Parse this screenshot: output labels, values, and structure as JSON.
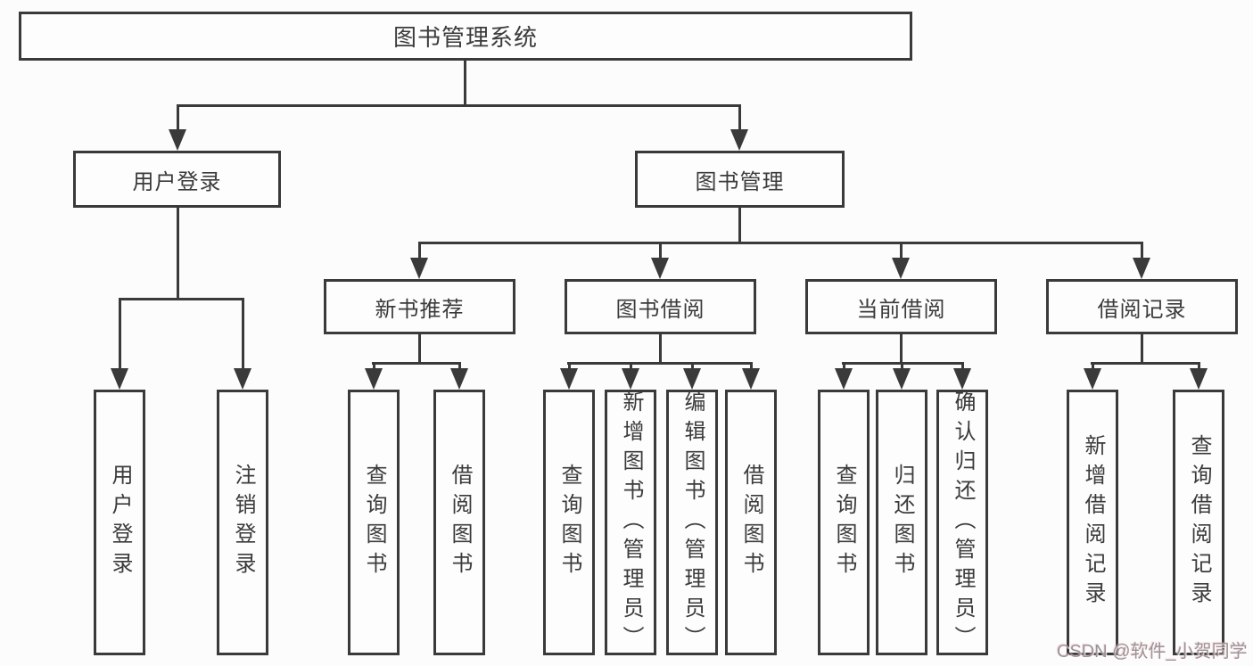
{
  "colors": {
    "line": "#3a3a3a",
    "text": "#3b3b3b",
    "boxbg": "#fdfdfd",
    "pagebg": "#fcfcfc",
    "watermark": "#9b9396"
  },
  "tree": {
    "label": "图书管理系统",
    "children": [
      {
        "label": "用户登录",
        "children": [
          {
            "label": "用户登录"
          },
          {
            "label": "注销登录"
          }
        ]
      },
      {
        "label": "图书管理",
        "children": [
          {
            "label": "新书推荐",
            "children": [
              {
                "label": "查询图书"
              },
              {
                "label": "借阅图书"
              }
            ]
          },
          {
            "label": "图书借阅",
            "children": [
              {
                "label": "查询图书"
              },
              {
                "label": "新增图书（管理员）"
              },
              {
                "label": "编辑图书（管理员）"
              },
              {
                "label": "借阅图书"
              }
            ]
          },
          {
            "label": "当前借阅",
            "children": [
              {
                "label": "查询图书"
              },
              {
                "label": "归还图书"
              },
              {
                "label": "确认归还（管理员）"
              }
            ]
          },
          {
            "label": "借阅记录",
            "children": [
              {
                "label": "新增借阅记录"
              },
              {
                "label": "查询借阅记录"
              }
            ]
          }
        ]
      }
    ]
  },
  "watermark": {
    "text": "CSDN @软件_小贺同学"
  }
}
